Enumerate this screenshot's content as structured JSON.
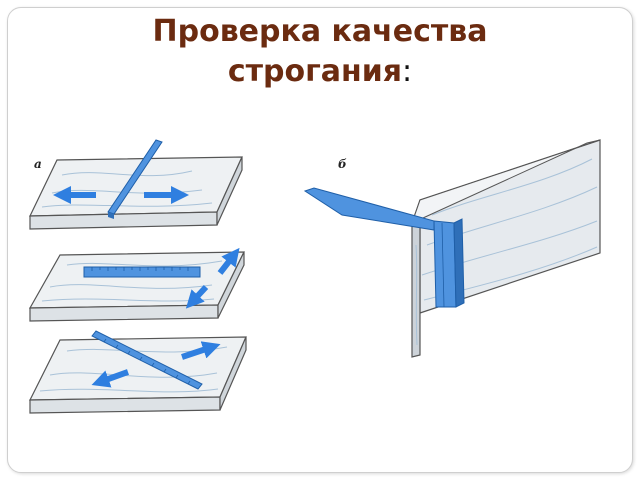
{
  "title": {
    "line1": "Проверка качества",
    "line2": "строгания",
    "colon": ":"
  },
  "figure": {
    "label_a": "а",
    "label_b": "б"
  },
  "colors": {
    "title": "#6b2b10",
    "ruler": "#4f93df",
    "arrow": "#2f7fe0",
    "wood": "#e9ecef",
    "grain": "#a9c2d8"
  },
  "icons": {
    "arrow": "blue-direction-arrow",
    "ruler": "straightedge-ruler",
    "square": "try-square"
  }
}
